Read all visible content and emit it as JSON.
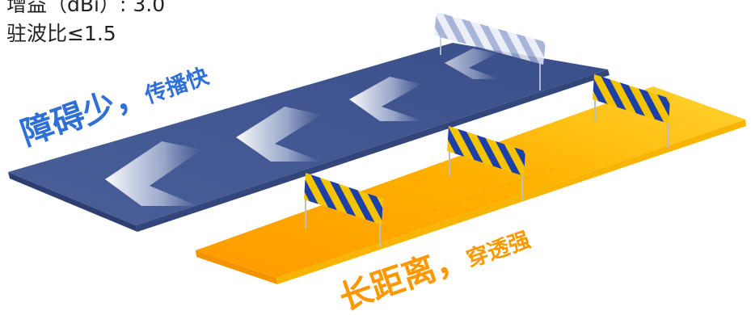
{
  "specs": {
    "gain": "增益（dBi）: 3.0",
    "vswr": "驻波比≤1.5"
  },
  "lanes": {
    "blue_caption_big": "障碍少，",
    "blue_caption_small": "传播快",
    "orange_caption_big": "长距离，",
    "orange_caption_small": "穿透强"
  },
  "colors": {
    "blue_lane": "#3f5590",
    "orange_lane": "#ffa812",
    "caption_blue": "#2f6fd8",
    "caption_orange": "#ff9800",
    "barrier_yellow": "#f5c400",
    "barrier_navy": "#1d3fa8"
  }
}
